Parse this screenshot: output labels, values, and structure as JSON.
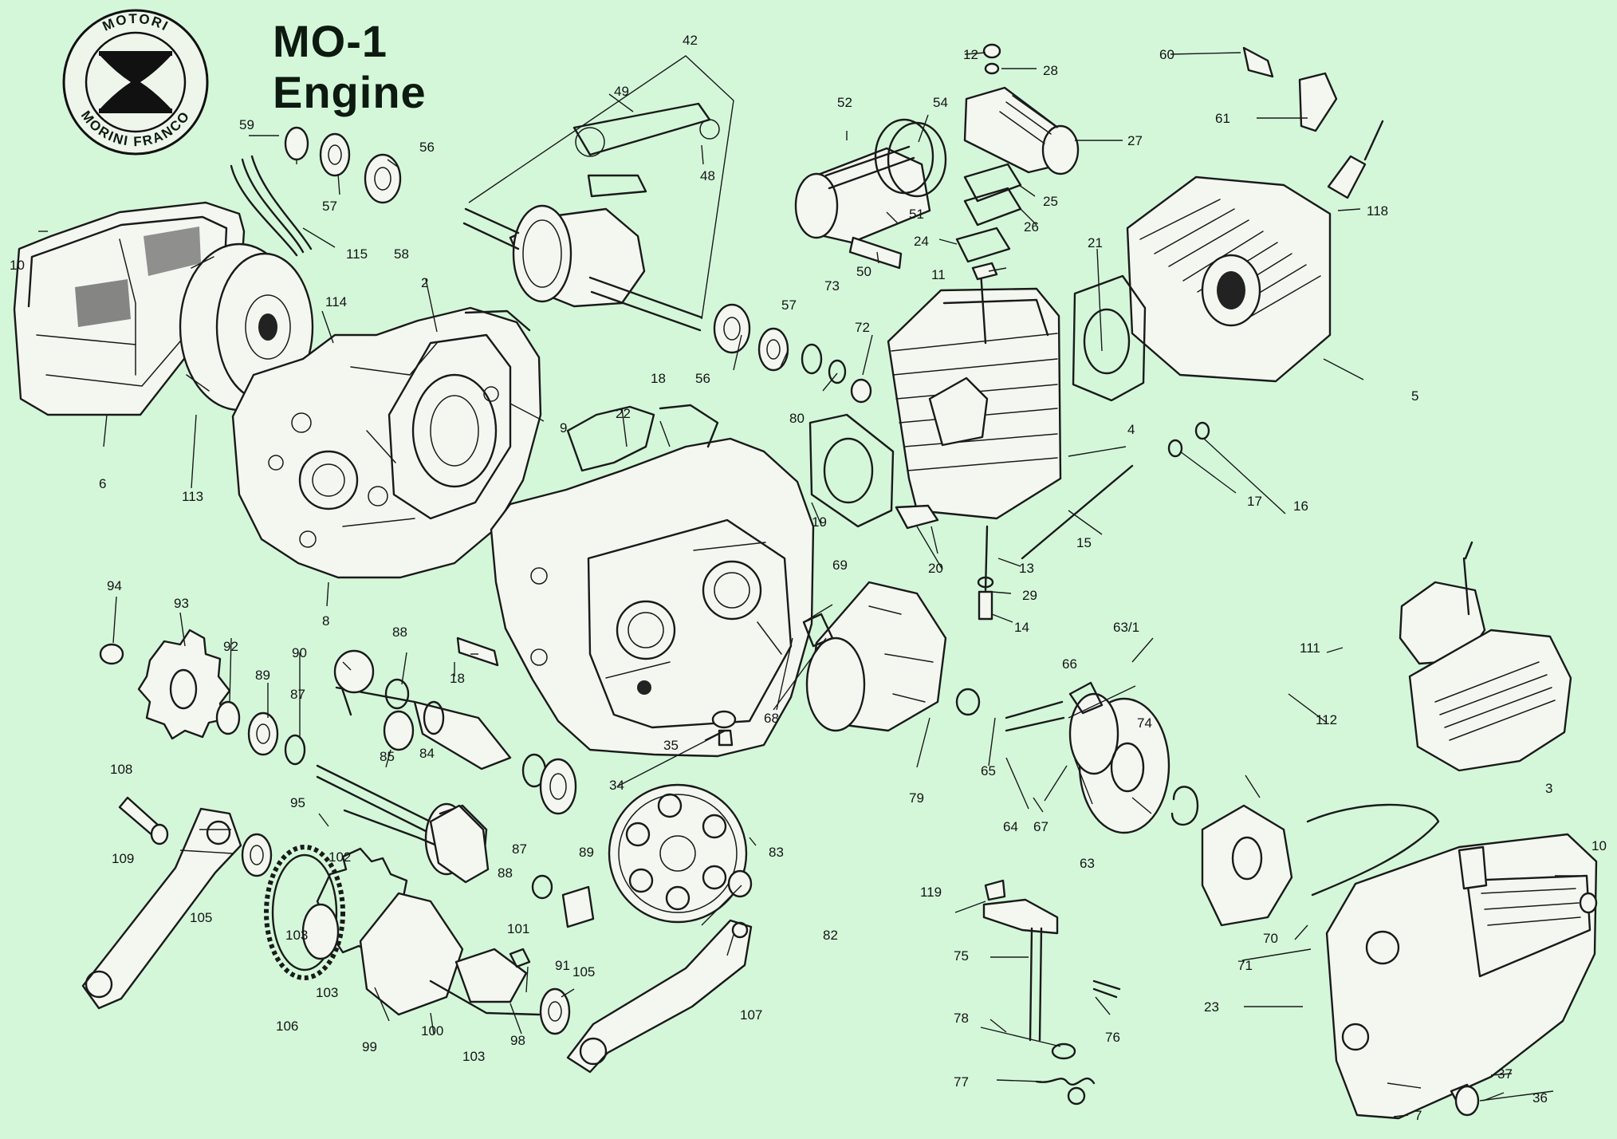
{
  "brand": {
    "logo_top": "MOTORI",
    "logo_bottom": "MORINI FRANCO"
  },
  "title": {
    "line1": "MO-1",
    "line2": "Engine"
  },
  "callouts": [
    "12",
    "28",
    "60",
    "42",
    "61",
    "27",
    "49",
    "54",
    "52",
    "59",
    "56",
    "48",
    "25",
    "118",
    "57",
    "51",
    "26",
    "10",
    "58",
    "115",
    "24",
    "21",
    "50",
    "11",
    "73",
    "114",
    "57",
    "2",
    "72",
    "5",
    "56",
    "9",
    "80",
    "18",
    "22",
    "4",
    "17",
    "16",
    "6",
    "113",
    "19",
    "15",
    "20",
    "13",
    "69",
    "29",
    "94",
    "8",
    "14",
    "63/1",
    "88",
    "93",
    "66",
    "92",
    "90",
    "111",
    "89",
    "18",
    "87",
    "74",
    "112",
    "84",
    "65",
    "35",
    "68",
    "79",
    "34",
    "85",
    "108",
    "95",
    "64",
    "67",
    "63",
    "87",
    "3",
    "89",
    "83",
    "10",
    "102",
    "119",
    "109",
    "88",
    "82",
    "105",
    "70",
    "75",
    "71",
    "101",
    "103",
    "91",
    "23",
    "103",
    "78",
    "106",
    "76",
    "105",
    "99",
    "100",
    "107",
    "98",
    "103",
    "77",
    "37",
    "36",
    "7"
  ]
}
